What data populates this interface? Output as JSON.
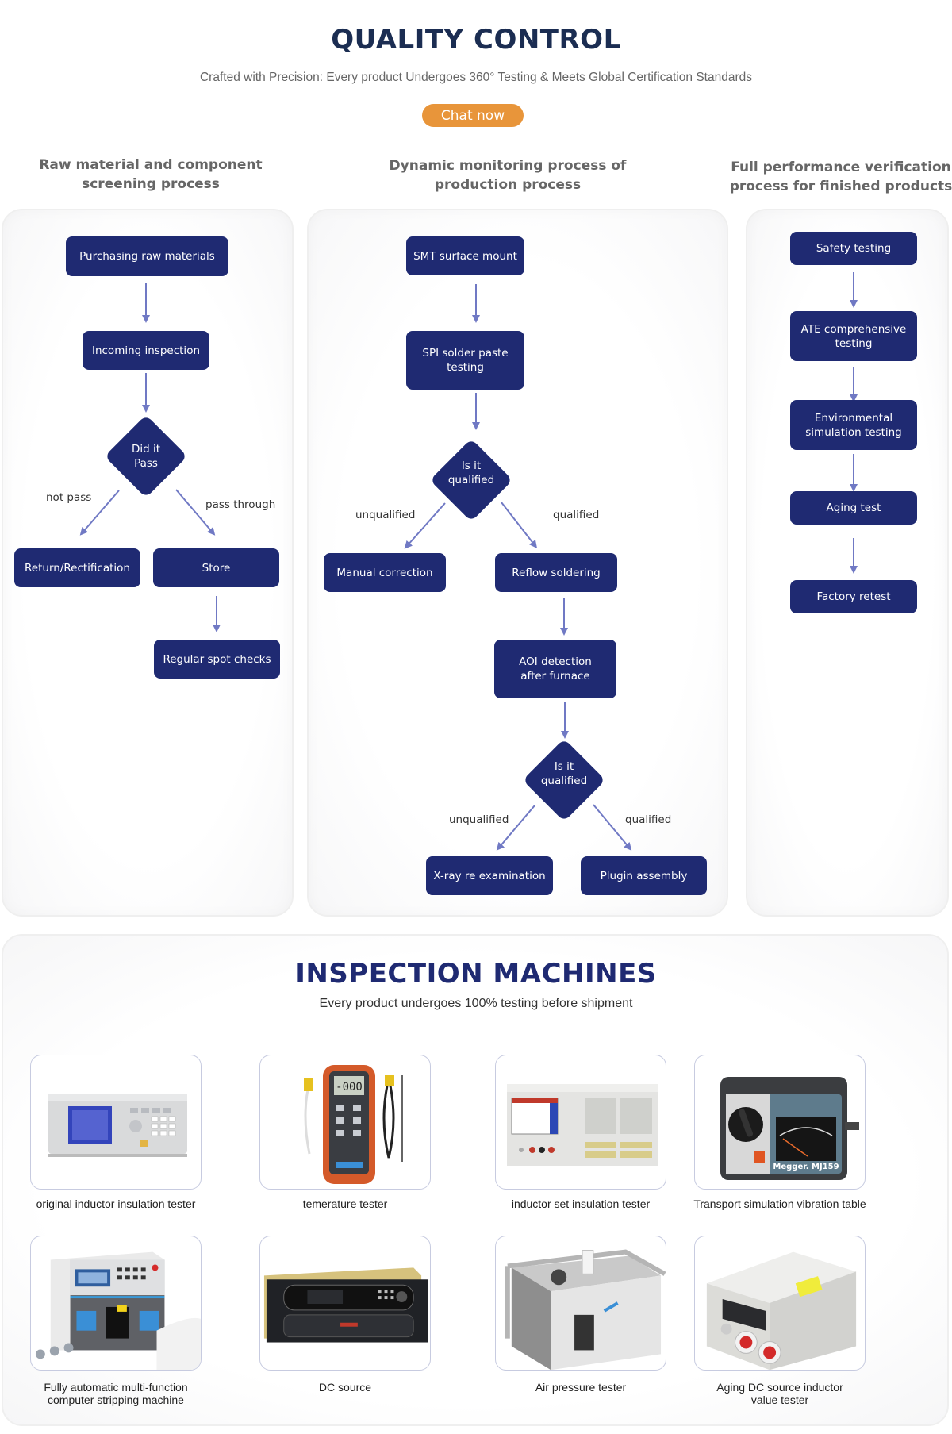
{
  "header": {
    "title": "QUALITY CONTROL",
    "subtitle": "Crafted with Precision: Every product Undergoes 360° Testing & Meets Global Certification Standards",
    "chat_button": "Chat now"
  },
  "colors": {
    "node": "#1f2a72",
    "arrow": "#7079c4",
    "accent": "#e8953a",
    "title": "#1b2d52"
  },
  "flows": {
    "raw": {
      "heading": "Raw material and component screening process",
      "heading_lines": [
        "Raw material and component",
        "screening process"
      ],
      "nodes": {
        "purchasing": "Purchasing raw materials",
        "incoming": "Incoming inspection",
        "decision": [
          "Did it",
          "Pass"
        ],
        "return": "Return/Rectification",
        "store": "Store",
        "spot": "Regular spot checks"
      },
      "edges": {
        "fail": "not pass",
        "pass": "pass through"
      }
    },
    "production": {
      "heading": "Dynamic monitoring process of production process",
      "heading_lines": [
        "Dynamic monitoring process of",
        "production process"
      ],
      "nodes": {
        "smt": "SMT surface mount",
        "spi": "SPI solder paste testing",
        "decision1": [
          "Is it",
          "qualified"
        ],
        "manual": "Manual correction",
        "reflow": "Reflow soldering",
        "aoi": "AOI detection after furnace",
        "decision2": [
          "Is it",
          "qualified"
        ],
        "xray": "X-ray re examination",
        "plugin": "Plugin assembly"
      },
      "edges": {
        "d1_fail": "unqualified",
        "d1_pass": "qualified",
        "d2_fail": "unqualified",
        "d2_pass": "qualified"
      }
    },
    "finished": {
      "heading": "Full performance verification process for finished products",
      "heading_lines": [
        "Full performance verification",
        "process for finished products"
      ],
      "nodes": [
        "Safety testing",
        "ATE comprehensive testing",
        "Environmental simulation testing",
        "Aging test",
        "Factory retest"
      ]
    }
  },
  "machines": {
    "title": "INSPECTION MACHINES",
    "subtitle": "Every product undergoes 100% testing before shipment",
    "items": [
      {
        "caption": "original inductor insulation tester",
        "image": "bench-tester-image"
      },
      {
        "caption": "temerature tester",
        "image": "thermometer-image"
      },
      {
        "caption": "inductor set insulation tester",
        "image": "insulation-tester-image"
      },
      {
        "caption": "Transport simulation vibration table",
        "image": "megger-tester-image",
        "brand_text": "Megger. MJ159"
      },
      {
        "caption": "Fully automatic multi-function computer stripping machine",
        "image": "stripping-machine-image"
      },
      {
        "caption": "DC source",
        "image": "dc-source-image"
      },
      {
        "caption": "Air pressure tester",
        "image": "air-pressure-image"
      },
      {
        "caption": "Aging DC source inductor value tester",
        "image": "aging-tester-image"
      }
    ]
  }
}
